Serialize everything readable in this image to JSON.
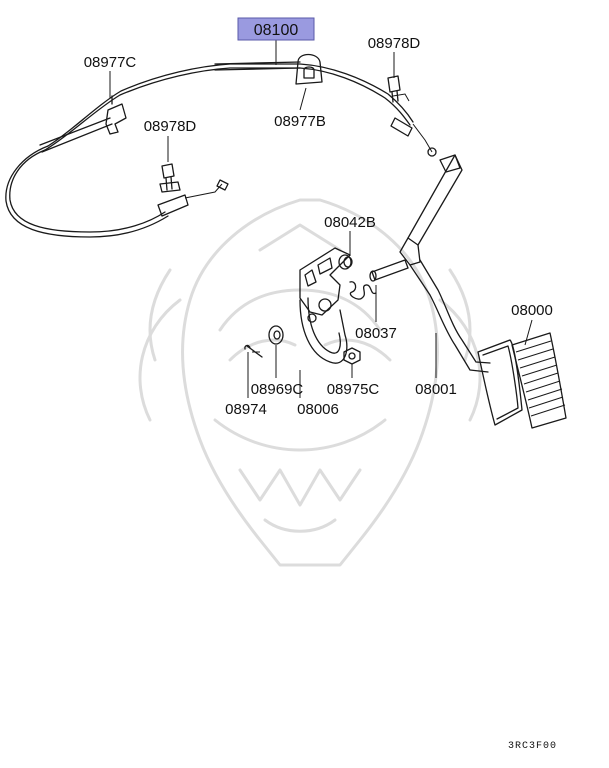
{
  "callouts": {
    "c08100": "08100",
    "c08977C": "08977C",
    "c08978D_top": "08978D",
    "c08977B": "08977B",
    "c08978D_left": "08978D",
    "c08042B": "08042B",
    "c08037": "08037",
    "c08000": "08000",
    "c08969C": "08969C",
    "c08975C": "08975C",
    "c08001": "08001",
    "c08974": "08974",
    "c08006": "08006"
  },
  "diagram_code": "3RC3F00",
  "colors": {
    "highlight_fill": "#9a9ae0",
    "highlight_border": "#5a5aa8",
    "line": "#1a1a1a",
    "watermark": "#dcdcdc"
  },
  "icons": {
    "watermark": "samurai-mask-watermark"
  }
}
